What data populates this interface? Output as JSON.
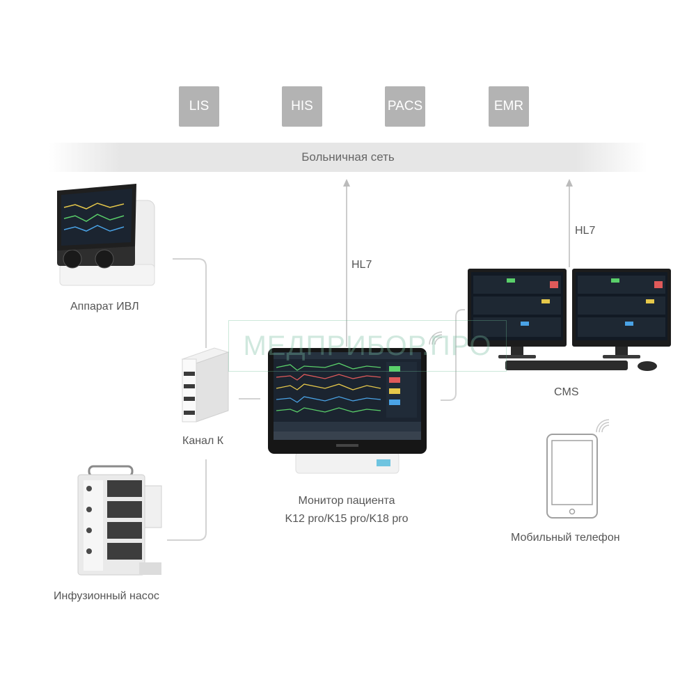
{
  "systems": [
    {
      "id": "lis",
      "label": "LIS"
    },
    {
      "id": "his",
      "label": "HIS"
    },
    {
      "id": "pacs",
      "label": "PACS"
    },
    {
      "id": "emr",
      "label": "EMR"
    }
  ],
  "network": {
    "label": "Больничная сеть"
  },
  "protocols": {
    "monitor_link": "HL7",
    "cms_link": "HL7"
  },
  "devices": {
    "ventilator": "Аппарат ИВЛ",
    "channel": "Канал К",
    "infusion_pump": "Инфузионный насос",
    "monitor_line1": "Монитор пациента",
    "monitor_line2": "K12 pro/K15 pro/K18 pro",
    "cms": "CMS",
    "mobile": "Мобильный телефон"
  },
  "watermark": "МЕДПРИБОР.ПРО",
  "colors": {
    "system_box": "#b3b3b3",
    "network_band": "#e6e6e6",
    "connector": "#cccccc",
    "screen": "#1b2430"
  }
}
